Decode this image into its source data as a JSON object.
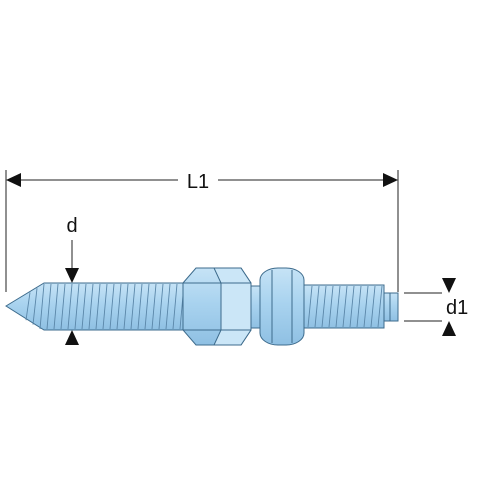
{
  "labels": {
    "overall_length": "L1",
    "thread_diameter": "d",
    "tip_diameter": "d1"
  },
  "colors": {
    "part_fill": "#a9d3ef",
    "part_shade": "#cfe8f8",
    "part_stroke": "#3d6b8c",
    "dimension_line": "#222222"
  }
}
